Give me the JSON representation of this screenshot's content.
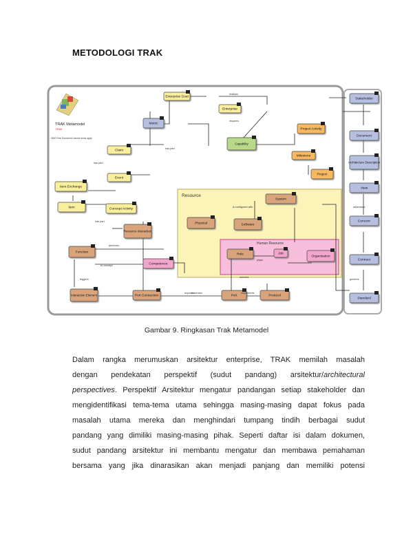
{
  "heading": "METODOLOGI TRAK",
  "figure": {
    "logo": {
      "title": "TRAK Metamodel",
      "subtitle": "TRAK",
      "note": "OMG Free Document License terms apply"
    },
    "nodes": {
      "enterprise_goal": "Enterprise Goal",
      "enterprise": "Enterprise",
      "metric": "Metric",
      "capability": "Capability",
      "project_activity": "Project Activity",
      "milestone": "Milestone",
      "project": "Project",
      "claim": "Claim",
      "event": "Event",
      "item_exchange": "Item Exchange",
      "item": "Item",
      "concept_activity": "Concept Activity",
      "resource_interaction": "Resource Interaction",
      "resource": "Resource",
      "system": "System",
      "physical": "Physical",
      "software": "Software",
      "human_resource": "Human Resource",
      "role": "Role",
      "job": "Job",
      "organisation": "Organisation",
      "function": "Function",
      "competence": "Competence",
      "interaction_element": "Interaction Element",
      "port_connection": "Port Connection",
      "port": "Port",
      "protocol": "Protocol",
      "stakeholder": "Stakeholder",
      "document": "Document",
      "architecture_description": "Architecture Description",
      "view": "View",
      "concern": "Concern",
      "contract": "Contract",
      "standard": "Standard"
    },
    "labels": {
      "has_part": "has part",
      "realises": "realises",
      "requires": "requires",
      "performs": "performs",
      "triggers": "triggers",
      "governs": "governs",
      "plays": "plays",
      "sources": "sources",
      "exposes": "exposes",
      "implements": "implements",
      "traverses": "traverses",
      "configured_with": "is configured with",
      "addresses": "addresses",
      "to concept": "to concept"
    }
  },
  "caption": "Gambar 9. Ringkasan Trak Metamodel",
  "paragraph": {
    "lines": [
      {
        "text": "Dalam rangka merumuskan arsitektur enterprise, TRAK memilah masalah"
      },
      {
        "text": "dengan pendekatan perspektif (sudut pandang) arsitektur/",
        "italic": "architectural"
      },
      {
        "italic": "perspectives",
        "text": ". Perspektif Arsitektur mengatur pandangan setiap stakeholder dan"
      },
      {
        "text": "mengidentifikasi tema-tema utama sehingga masing-masing dapat fokus pada"
      },
      {
        "text": "masalah utama mereka dan menghindari tumpang tindih berbagai sudut"
      },
      {
        "text": "pandang yang dimiliki masing-masing pihak. Seperti daftar isi dalam dokumen,"
      },
      {
        "text": "sudut pandang arsitektur ini membantu mengatur dan membawa pemahaman"
      },
      {
        "text": "bersama yang jika dinarasikan akan menjadi panjang dan memiliki potensi"
      }
    ]
  },
  "colors": {
    "yellow": "#f8ee9c",
    "green": "#b9d98a",
    "orange": "#f7b860",
    "brown": "#d9a47c",
    "pink": "#f2a6cc",
    "blue": "#b6bfe0",
    "resource_bg": "#fbf3b8"
  }
}
